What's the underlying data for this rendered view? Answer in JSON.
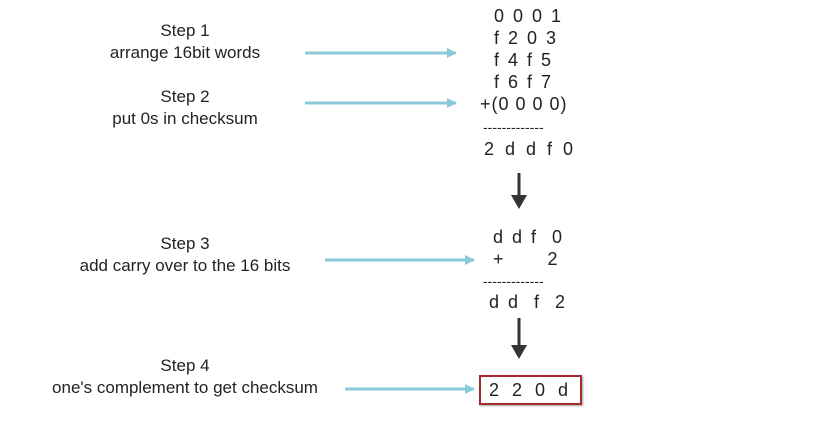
{
  "steps": [
    {
      "title": "Step 1",
      "text": "arrange 16bit words"
    },
    {
      "title": "Step 2",
      "text": "put 0s in checksum"
    },
    {
      "title": "Step 3",
      "text": "add carry over to the 16 bits"
    },
    {
      "title": "Step 4",
      "text": "one's complement to get checksum"
    }
  ],
  "sum_block": {
    "words": [
      "0 0 0 1",
      "f 2 0 3",
      "f 4 f 5",
      "f 6 f 7",
      "+(0 0 0 0)"
    ],
    "rule": "-------------",
    "result": "2 d d f 0"
  },
  "carry_block": {
    "lines": [
      "d d f  0",
      "+      2"
    ],
    "rule": "-------------",
    "result": "d d  f  2"
  },
  "checksum": "2 2 0  d",
  "colors": {
    "step_arrow": "#8ac9d9",
    "flow_arrow": "#333333",
    "result_border": "#a52a2a"
  }
}
